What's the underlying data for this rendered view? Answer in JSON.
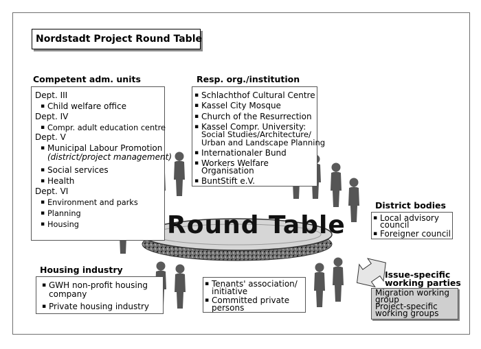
{
  "title": "Nordstadt Project Round Table",
  "center_label": "Round Table",
  "competent": {
    "heading": "Competent adm. units",
    "lines": [
      "Dept. III",
      "Child welfare office",
      "Dept. IV",
      "Compr. adult education centre",
      "Dept. V",
      "Municipal Labour Promotion",
      "(district/project management)",
      "Social services",
      "Health",
      "Dept. VI",
      "Environment and parks",
      "Planning",
      "Housing"
    ]
  },
  "resp": {
    "heading": "Resp. org./institution",
    "lines": [
      "Schlachthof Cultural Centre",
      "Kassel City Mosque",
      "Church of the Resurrection",
      "Kassel Compr. University:",
      "Social Studies/Architecture/",
      "Urban and Landscape Planning",
      "Internationaler Bund",
      "Workers Welfare",
      "Organisation",
      "BuntStift e.V."
    ]
  },
  "district": {
    "heading": "District bodies",
    "lines": [
      "Local advisory",
      "council",
      "Foreigner council"
    ]
  },
  "housing": {
    "heading": "Housing industry",
    "lines": [
      "GWH non-profit housing",
      "company",
      "Private housing industry"
    ]
  },
  "tenants": {
    "lines": [
      "Tenants' association/",
      "initiative",
      "Committed private",
      "persons"
    ]
  },
  "issue": {
    "heading_1": "Issue-specific",
    "heading_2": "working parties",
    "lines": [
      "Migration working",
      "group",
      "Project-specific",
      "working groups"
    ]
  }
}
